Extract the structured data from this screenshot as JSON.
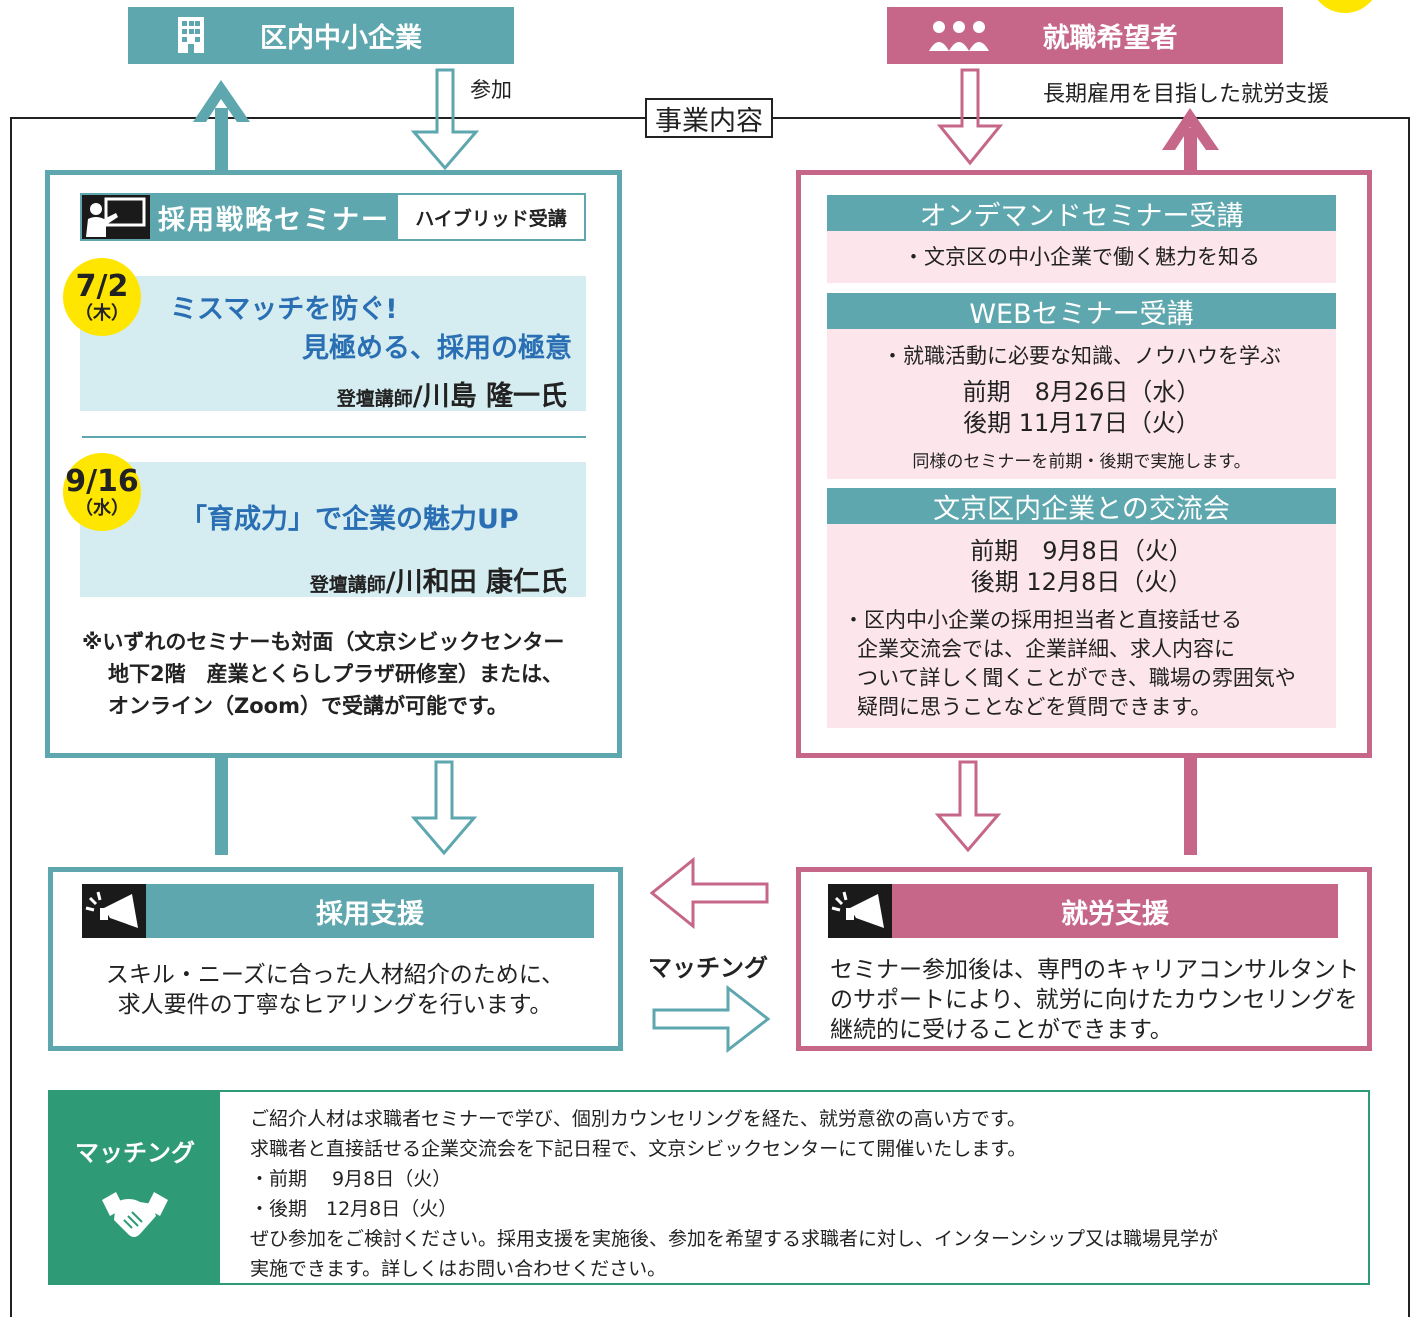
{
  "top": {
    "left_header": "区内中小企業",
    "right_header": "就職希望者",
    "participate": "参加",
    "long_term": "長期雇用を目指した就労支援"
  },
  "section_tag": "事業内容",
  "seminar": {
    "title": "採用戦略セミナー",
    "badge": "ハイブリッド受講",
    "items": [
      {
        "date": "7/2",
        "weekday": "（木）",
        "title_line1": "ミスマッチを防ぐ!",
        "title_line2": "見極める、採用の極意",
        "speaker_prefix": "登壇講師",
        "speaker_name": "/川島 隆一氏"
      },
      {
        "date": "9/16",
        "weekday": "（水）",
        "title_line1": "「育成力」で企業の魅力UP",
        "speaker_prefix": "登壇講師",
        "speaker_name": "/川和田 康仁氏"
      }
    ],
    "note_lines": [
      "※いずれのセミナーも対面（文京シビックセンター",
      "地下2階　産業とくらしプラザ研修室）または、",
      "オンライン（Zoom）で受講が可能です。"
    ]
  },
  "seeker": {
    "ondemand_title": "オンデマンドセミナー受講",
    "ondemand_text": "・文京区の中小企業で働く魅力を知る",
    "web_title": "WEBセミナー受講",
    "web_text": "・就職活動に必要な知識、ノウハウを学ぶ",
    "web_first": "前期　8月26日（水）",
    "web_second": "後期  11月17日（火）",
    "web_note": "同様のセミナーを前期・後期で実施します。",
    "exchange_title": "文京区内企業との交流会",
    "exchange_first": "前期　9月8日（火）",
    "exchange_second": "後期  12月8日（火）",
    "exchange_lines": [
      "・区内中小企業の採用担当者と直接話せる",
      "企業交流会では、企業詳細、求人内容に",
      "ついて詳しく聞くことができ、職場の雰囲気や",
      "疑問に思うことなどを質問できます。"
    ]
  },
  "hiring_support": {
    "title": "採用支援",
    "lines": [
      "スキル・ニーズに合った人材紹介のために、",
      "求人要件の丁寧なヒアリングを行います。"
    ]
  },
  "work_support": {
    "title": "就労支援",
    "lines": [
      "セミナー参加後は、専門のキャリアコンサルタント",
      "のサポートにより、就労に向けたカウンセリングを",
      "継続的に受けることができます。"
    ]
  },
  "matching_label": "マッチング",
  "matching_box": {
    "label": "マッチング",
    "lines": [
      "ご紹介人材は求職者セミナーで学び、個別カウンセリングを経た、就労意欲の高い方です。",
      "求職者と直接話せる企業交流会を下記日程で、文京シビックセンターにて開催いたします。",
      "・前期　 9月8日（火）",
      "・後期　12月8日（火）",
      "ぜひ参加をご検討ください。採用支援を実施後、参加を希望する求職者に対し、インターンシップ又は職場見学が",
      "実施できます。詳しくはお問い合わせください。"
    ]
  },
  "colors": {
    "teal": "#5ea7ae",
    "pink": "#c6678a",
    "green": "#2e9a76",
    "yellow": "#ffe600",
    "blue_text": "#2a6fb3"
  }
}
